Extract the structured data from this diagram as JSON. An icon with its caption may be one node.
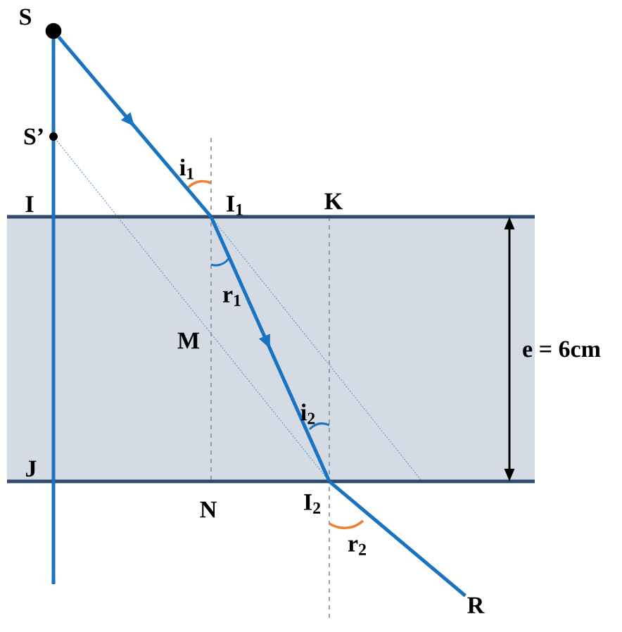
{
  "diagram": {
    "nodes": [
      {
        "text": [
          "S"
        ]
      },
      {
        "text": [
          "I$_{1}$"
        ]
      },
      {
        "text": [
          "I$_{2}$"
        ]
      },
      {
        "text": [
          "R"
        ]
      }
    ],
    "edges": [
      {
        "from": 0,
        "to": 1,
        "arrow": "to"
      },
      {
        "from": 1,
        "to": 2,
        "arrow": "to"
      },
      {
        "from": 2,
        "to": 3,
        "arrow": "none"
      }
    ],
    "labels": [
      "S’",
      "i$_{1}$",
      "I",
      "K",
      "r$_{1}$",
      "M",
      "e = 6cm",
      "i$_{2}$",
      "J",
      "N",
      "r$_{2}$"
    ]
  }
}
